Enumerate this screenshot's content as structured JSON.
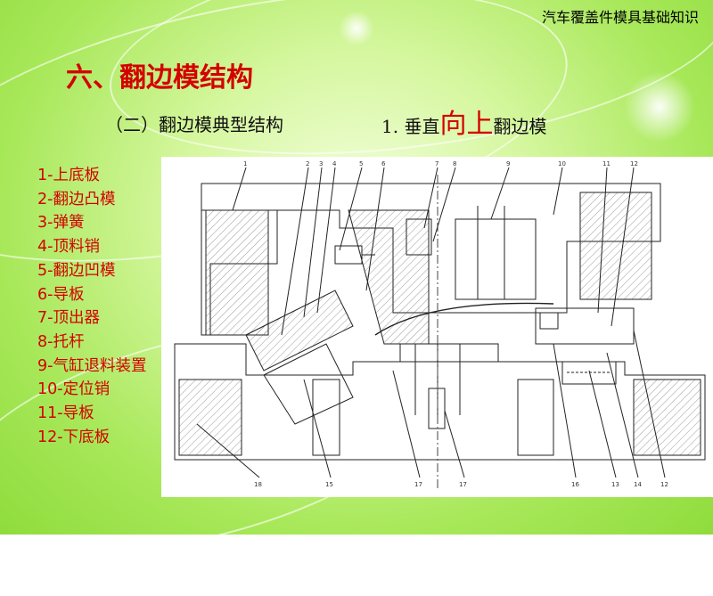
{
  "header": {
    "course_title": "汽车覆盖件模具基础知识"
  },
  "slide": {
    "title": "六、翻边模结构",
    "subtitle": "（二）翻边模典型结构",
    "heading_prefix": "1. 垂直",
    "heading_emphasis": "向上",
    "heading_suffix": "翻边模"
  },
  "legend": [
    "1-上底板",
    "2-翻边凸模",
    "3-弹簧",
    "4-顶料销",
    "5-翻边凹模",
    "6-导板",
    "7-顶出器",
    "8-托杆",
    "9-气缸退料装置",
    "10-定位销",
    "11-导板",
    "12-下底板"
  ],
  "colors": {
    "title_red": "#d40000",
    "background_green": "#a8e85a",
    "drawing_bg": "#ffffff"
  },
  "drawing": {
    "type": "technical-section-drawing"
  }
}
